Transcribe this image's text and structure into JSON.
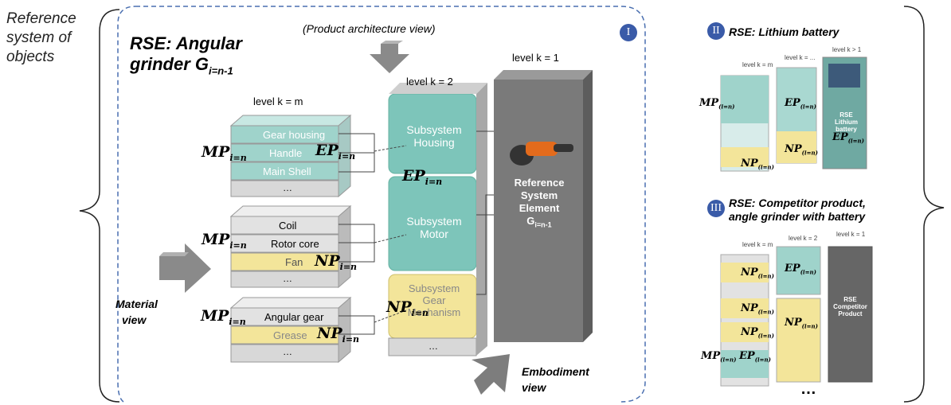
{
  "side_title": [
    "Reference",
    "system of",
    "objects"
  ],
  "main_panel": {
    "numeral": "I",
    "title_line1": "RSE: Angular",
    "title_line2": "grinder G",
    "title_sub": "i=n-1",
    "architecture_view": "(Product architecture view)",
    "material_view": [
      "Material",
      "view"
    ],
    "embodiment_view": [
      "Embodiment",
      "view"
    ],
    "level_m": "level k = m",
    "level_2": "level k = 2",
    "level_1": "level k = 1",
    "group1": [
      "Gear housing",
      "Handle",
      "Main Shell",
      "…"
    ],
    "group2": [
      "Coil",
      "Rotor core",
      "Fan",
      "…"
    ],
    "group3": [
      "Angular gear",
      "Grease",
      "…"
    ],
    "subsystems": [
      {
        "line1": "Subsystem",
        "line2": "Housing"
      },
      {
        "line1": "Subsystem",
        "line2": "Motor"
      },
      {
        "line1": "Subsystem",
        "line2": "Gear",
        "line3": "Mechanism"
      }
    ],
    "sub_dots": "…",
    "rse_element": [
      "Reference",
      "System",
      "Element",
      "G"
    ],
    "rse_sub": "i=n-1",
    "mp": "MP",
    "ep": "EP",
    "np": "NP",
    "idx": "i=n"
  },
  "panel2": {
    "numeral": "II",
    "title": "RSE: Lithium battery",
    "levels": [
      "level k = m",
      "level k = ...",
      "level k > 1"
    ],
    "rse": [
      "RSE",
      "Lithium",
      "battery"
    ],
    "idx": "(i=n)"
  },
  "panel3": {
    "numeral": "III",
    "title_line1": "RSE: Competitor product,",
    "title_line2": "angle grinder with battery",
    "levels": [
      "level k = m",
      "level k = 2",
      "level k = 1"
    ],
    "rse": [
      "RSE",
      "Competitor",
      "Product"
    ],
    "idx": "(i=n)"
  },
  "ellipsis": "…",
  "colors": {
    "teal": "#5fb8ad",
    "yellow": "#f3e59a",
    "gray_box": "#d8d8d8",
    "dark_column": "#7a7a7a",
    "dashed_border": "#4a6fb0",
    "numeral_bg": "#3a5ba8"
  }
}
